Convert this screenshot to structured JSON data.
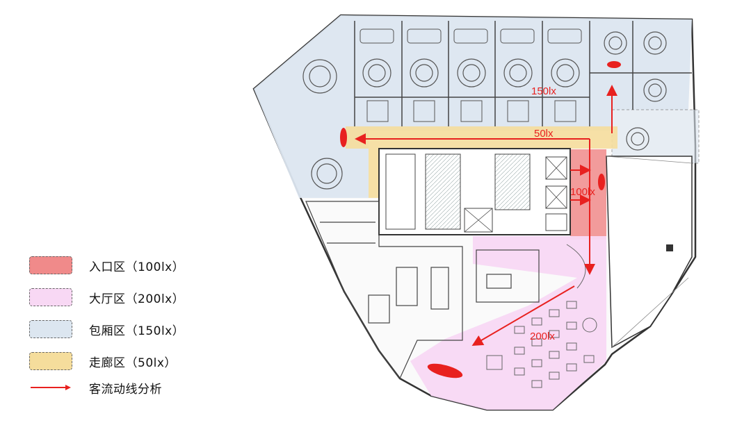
{
  "legend": {
    "items": [
      {
        "label": "入口区（100lx）",
        "color": "#f08a8a"
      },
      {
        "label": "大厅区（200lx）",
        "color": "#f8d8f4"
      },
      {
        "label": "包厢区（150lx）",
        "color": "#dce6f0"
      },
      {
        "label": "走廊区（50lx）",
        "color": "#f5dd9c"
      }
    ],
    "flow_label": "客流动线分析",
    "flow_color": "#e8211f"
  },
  "plan": {
    "lux_labels": [
      "150lx",
      "50lx",
      "100lx",
      "200lx"
    ]
  }
}
